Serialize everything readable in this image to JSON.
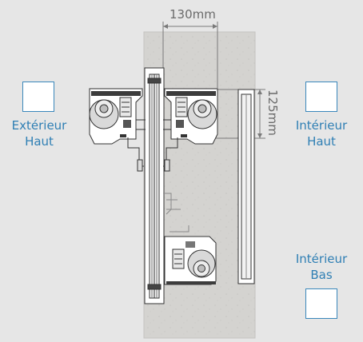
{
  "labels": {
    "exterior_high": [
      "Extérieur",
      "Haut"
    ],
    "interior_high": [
      "Intérieur",
      "Haut"
    ],
    "interior_low": [
      "Intérieur",
      "Bas"
    ]
  },
  "dimensions": {
    "width": "130mm",
    "height": "125mm"
  },
  "colors": {
    "background": "#e6e6e6",
    "accent_blue": "#2f7fb4",
    "wall": "#d2d1ce",
    "line_dark": "#333333"
  }
}
